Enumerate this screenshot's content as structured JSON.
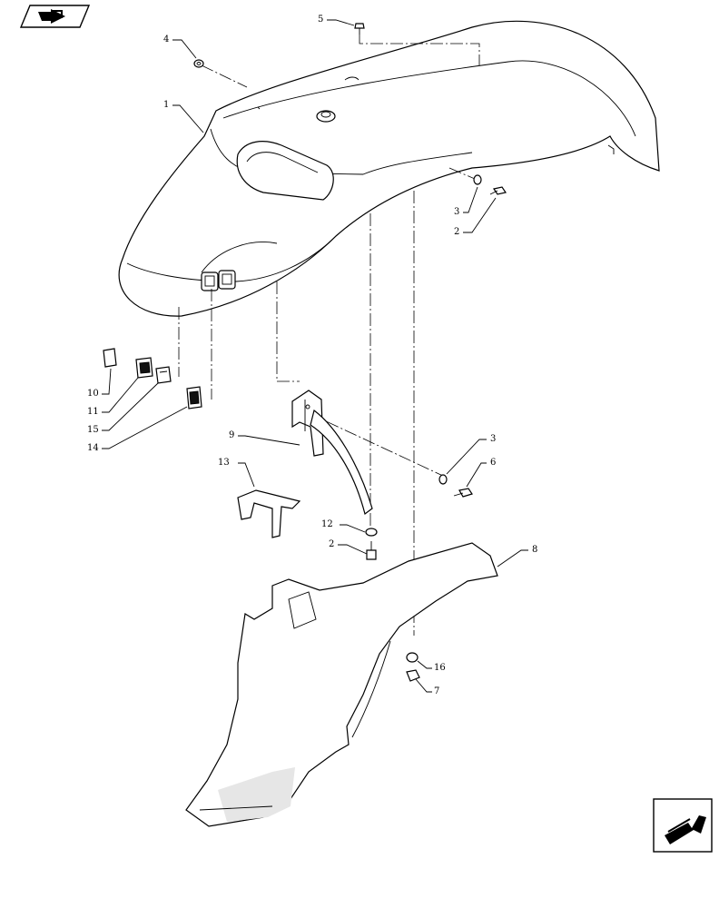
{
  "nav": {
    "back_icon": "previous-page-arrow-icon",
    "forward_icon": "next-page-arrow-icon"
  },
  "callouts": [
    "1",
    "2",
    "3",
    "4",
    "5",
    "12",
    "2",
    "3",
    "6",
    "9",
    "13",
    "10",
    "11",
    "15",
    "14",
    "8",
    "16",
    "7"
  ]
}
